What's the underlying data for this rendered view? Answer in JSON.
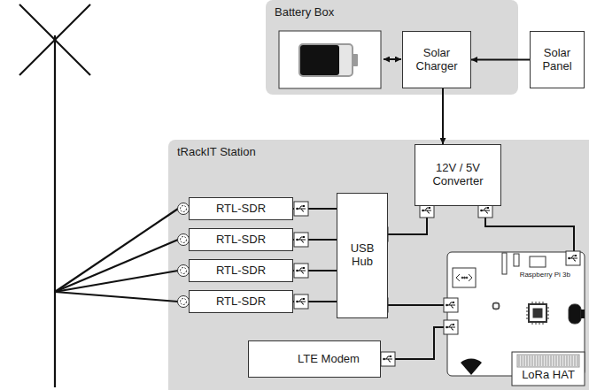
{
  "diagram": {
    "nodes": [
      {
        "text": [
          "Battery Box"
        ]
      },
      {
        "text": [
          "Solar Charger"
        ],
        "in": 0
      },
      {
        "text": [
          "Solar Panel"
        ]
      },
      {
        "text": [
          "tRackIT Station"
        ]
      },
      {
        "text": [
          "12V / 5V Converter"
        ],
        "in": 3
      },
      {
        "text": [
          "RTL-SDR"
        ],
        "in": 3
      },
      {
        "text": [
          "RTL-SDR"
        ],
        "in": 3
      },
      {
        "text": [
          "RTL-SDR"
        ],
        "in": 3
      },
      {
        "text": [
          "RTL-SDR"
        ],
        "in": 3
      },
      {
        "text": [
          "USB Hub"
        ],
        "in": 3
      },
      {
        "text": [
          "Raspberry Pi 3b"
        ],
        "in": 3
      },
      {
        "text": [
          "LTE Modem"
        ],
        "in": 3
      },
      {
        "text": [
          "LoRa HAT"
        ],
        "in": 3
      }
    ],
    "edges": [
      {
        "from": 2,
        "to": 1,
        "arrow": "to"
      },
      {
        "from": 1,
        "to": 4,
        "arrow": "to"
      },
      {
        "from": 5,
        "to": 9,
        "arrow": "none"
      },
      {
        "from": 6,
        "to": 9,
        "arrow": "none"
      },
      {
        "from": 7,
        "to": 9,
        "arrow": "none"
      },
      {
        "from": 8,
        "to": 9,
        "arrow": "none"
      },
      {
        "from": 4,
        "to": 9,
        "arrow": "none"
      },
      {
        "from": 4,
        "to": 10,
        "arrow": "none"
      },
      {
        "from": 9,
        "to": 10,
        "arrow": "none"
      },
      {
        "from": 11,
        "to": 10,
        "arrow": "none"
      }
    ]
  }
}
